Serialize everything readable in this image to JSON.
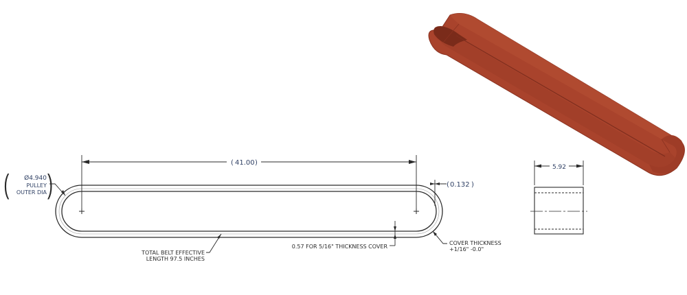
{
  "drawing": {
    "front_view": {
      "center_distance_label": "41.00",
      "pulley_diameter_label": "Ø4.940",
      "pulley_caption_line1": "PULLEY",
      "pulley_caption_line2": "OUTER DIA",
      "belt_thickness_label": "0.132",
      "belt_length_line1": "TOTAL BELT EFFECTIVE",
      "belt_length_line2": "LENGTH 97.5 INCHES",
      "cover_note": "0.57 FOR 5/16\" THICKNESS COVER",
      "cover_thickness_line1": "COVER THICKNESS",
      "cover_thickness_line2": "+1/16\" -0.0\""
    },
    "side_view": {
      "width_label": "5.92"
    },
    "iso_view": {
      "belt_color": "#a9432c",
      "belt_shadow_color": "#8a3220",
      "belt_highlight_color": "#b84d34"
    },
    "line_color": "#2a2a2a",
    "dim_text_color": "#2e3f63"
  }
}
